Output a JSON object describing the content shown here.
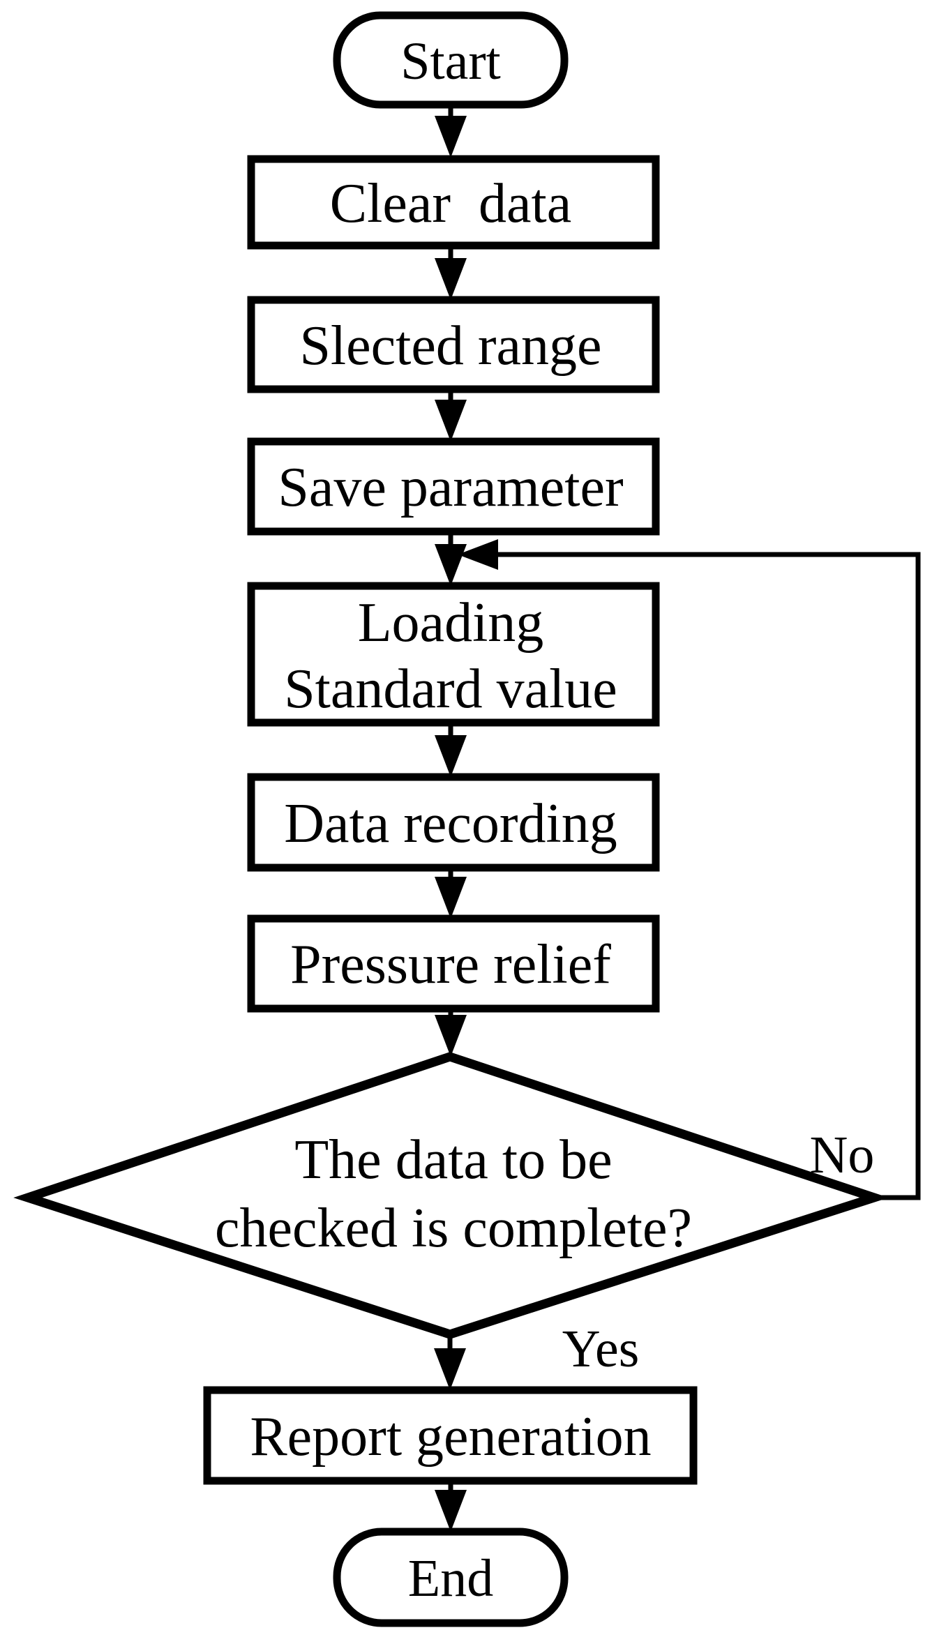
{
  "diagram": {
    "type": "flowchart",
    "background_color": "#ffffff",
    "stroke_color": "#000000",
    "text_color": "#000000",
    "nodes": [
      {
        "id": "start",
        "shape": "terminator",
        "label": "Start"
      },
      {
        "id": "clear-data",
        "shape": "process",
        "label": "Clear  data"
      },
      {
        "id": "slected-range",
        "shape": "process",
        "label": "Slected range"
      },
      {
        "id": "save-parameter",
        "shape": "process",
        "label": "Save parameter"
      },
      {
        "id": "loading-standard-value",
        "shape": "process",
        "label_line1": "Loading",
        "label_line2": "Standard value"
      },
      {
        "id": "data-recording",
        "shape": "process",
        "label": "Data recording"
      },
      {
        "id": "pressure-relief",
        "shape": "process",
        "label": "Pressure relief"
      },
      {
        "id": "check-complete",
        "shape": "decision",
        "label_line1": "The data to be",
        "label_line2": "checked is complete?"
      },
      {
        "id": "report-generation",
        "shape": "process",
        "label": "Report generation"
      },
      {
        "id": "end",
        "shape": "terminator",
        "label": "End"
      }
    ],
    "edges": [
      {
        "from": "start",
        "to": "clear-data",
        "label": ""
      },
      {
        "from": "clear-data",
        "to": "slected-range",
        "label": ""
      },
      {
        "from": "slected-range",
        "to": "save-parameter",
        "label": ""
      },
      {
        "from": "save-parameter",
        "to": "loading-standard-value",
        "label": ""
      },
      {
        "from": "loading-standard-value",
        "to": "data-recording",
        "label": ""
      },
      {
        "from": "data-recording",
        "to": "pressure-relief",
        "label": ""
      },
      {
        "from": "pressure-relief",
        "to": "check-complete",
        "label": ""
      },
      {
        "from": "check-complete",
        "to": "report-generation",
        "label": "Yes"
      },
      {
        "from": "check-complete",
        "to": "loading-standard-value",
        "label": "No"
      },
      {
        "from": "report-generation",
        "to": "end",
        "label": ""
      }
    ]
  }
}
